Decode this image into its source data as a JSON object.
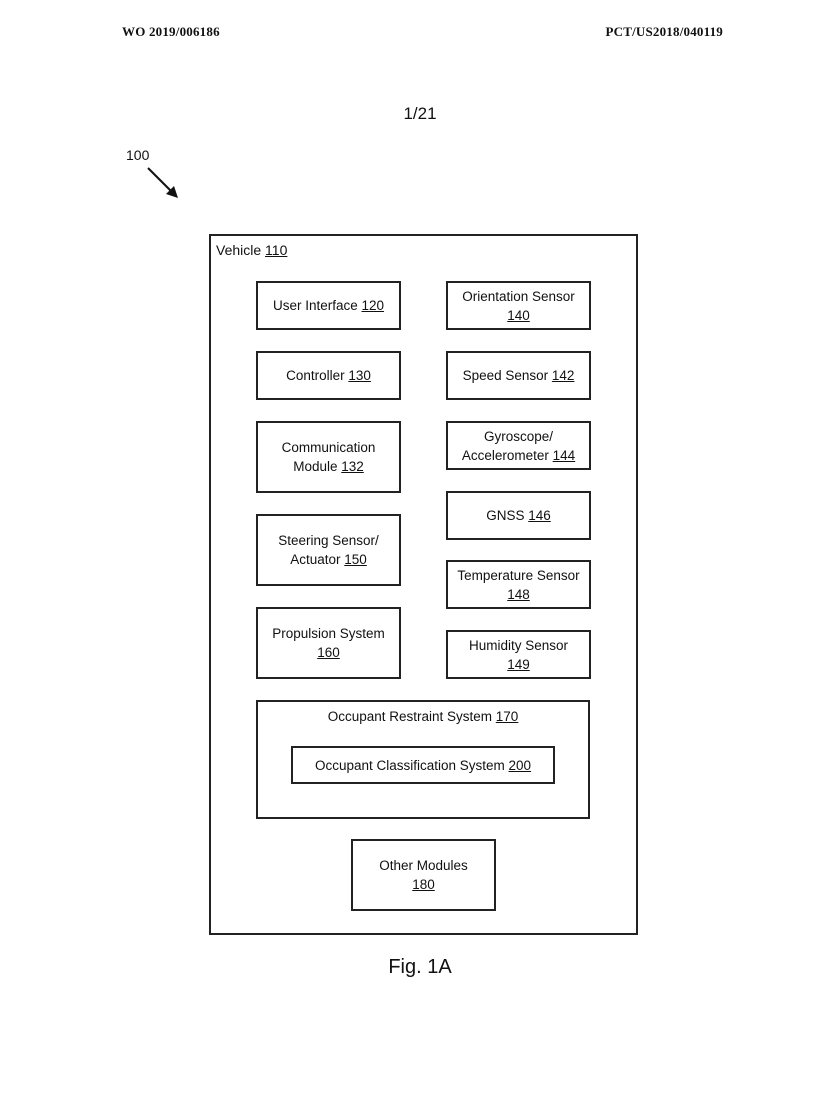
{
  "header": {
    "left": "WO 2019/006186",
    "right": "PCT/US2018/040119"
  },
  "sheet_number": "1/21",
  "reference": {
    "label": "100"
  },
  "vehicle": {
    "name": "Vehicle",
    "num": "110"
  },
  "components": {
    "user_interface": {
      "line1": "User Interface",
      "num": "120"
    },
    "controller": {
      "line1": "Controller",
      "num": "130"
    },
    "communication_module": {
      "line1": "Communication",
      "line2": "Module",
      "num": "132"
    },
    "steering": {
      "line1": "Steering Sensor/",
      "line2": "Actuator",
      "num": "150"
    },
    "propulsion": {
      "line1": "Propulsion System",
      "num": "160"
    },
    "orientation": {
      "line1": "Orientation Sensor",
      "num": "140"
    },
    "speed": {
      "line1": "Speed Sensor",
      "num": "142"
    },
    "gyroscope": {
      "line1": "Gyroscope/",
      "line2": "Accelerometer",
      "num": "144"
    },
    "gnss": {
      "line1": "GNSS",
      "num": "146"
    },
    "temperature": {
      "line1": "Temperature Sensor",
      "num": "148"
    },
    "humidity": {
      "line1": "Humidity Sensor",
      "num": "149"
    },
    "restraint": {
      "line1": "Occupant Restraint System",
      "num": "170"
    },
    "classification": {
      "line1": "Occupant Classification System",
      "num": "200"
    },
    "other": {
      "line1": "Other Modules",
      "num": "180"
    }
  },
  "figure_caption": "Fig. 1A"
}
